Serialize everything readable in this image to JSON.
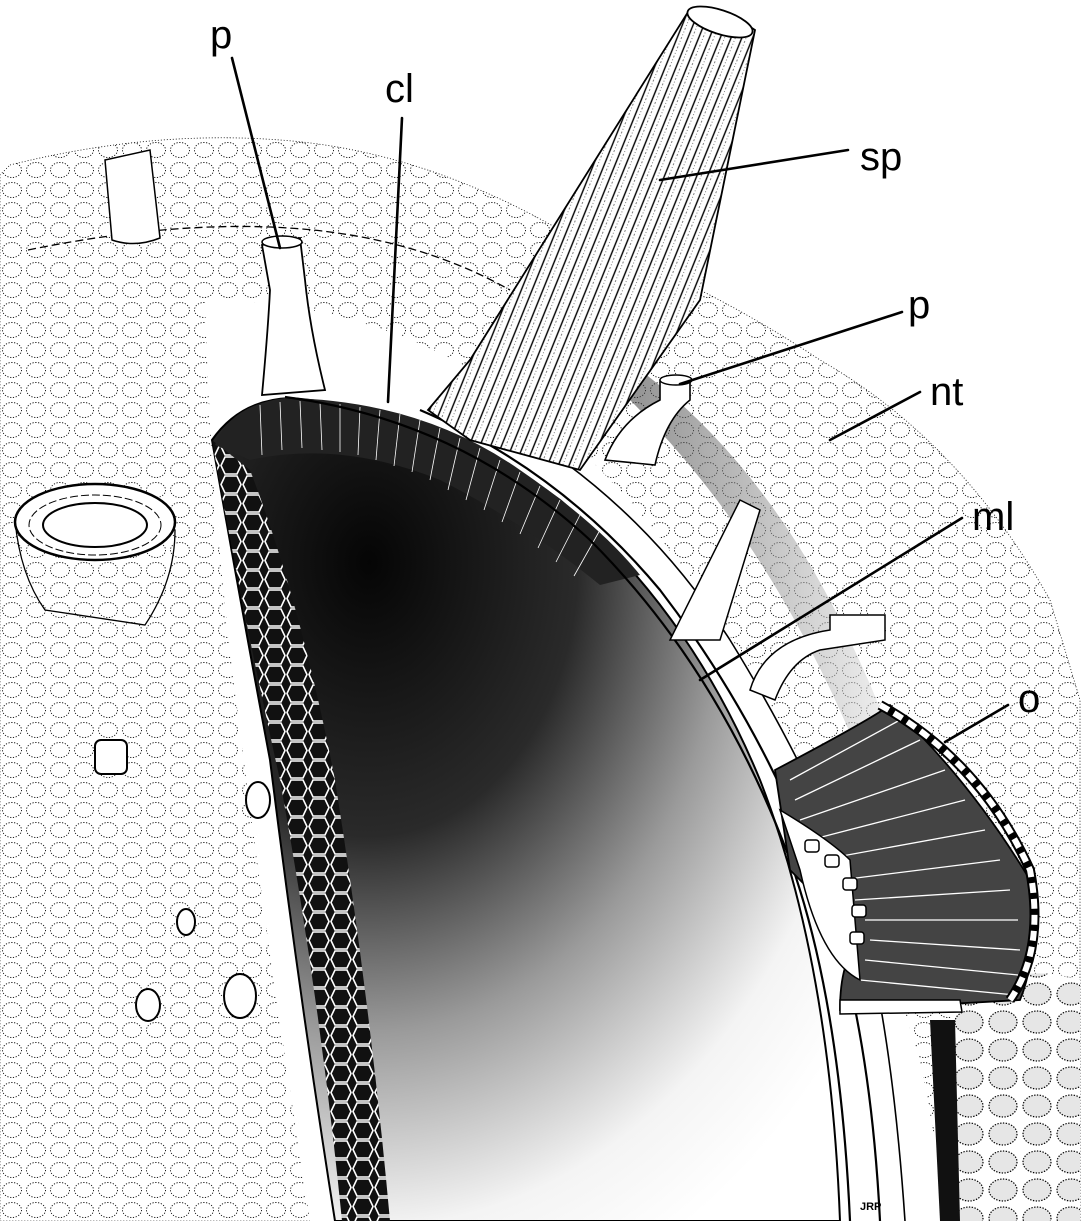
{
  "labels": {
    "p_upper": "p",
    "cl": "cl",
    "sp": "sp",
    "p_lower": "p",
    "nt": "nt",
    "ml": "ml",
    "o": "o"
  },
  "signature": "JRP",
  "colors": {
    "ink": "#000000",
    "paper": "#ffffff"
  }
}
